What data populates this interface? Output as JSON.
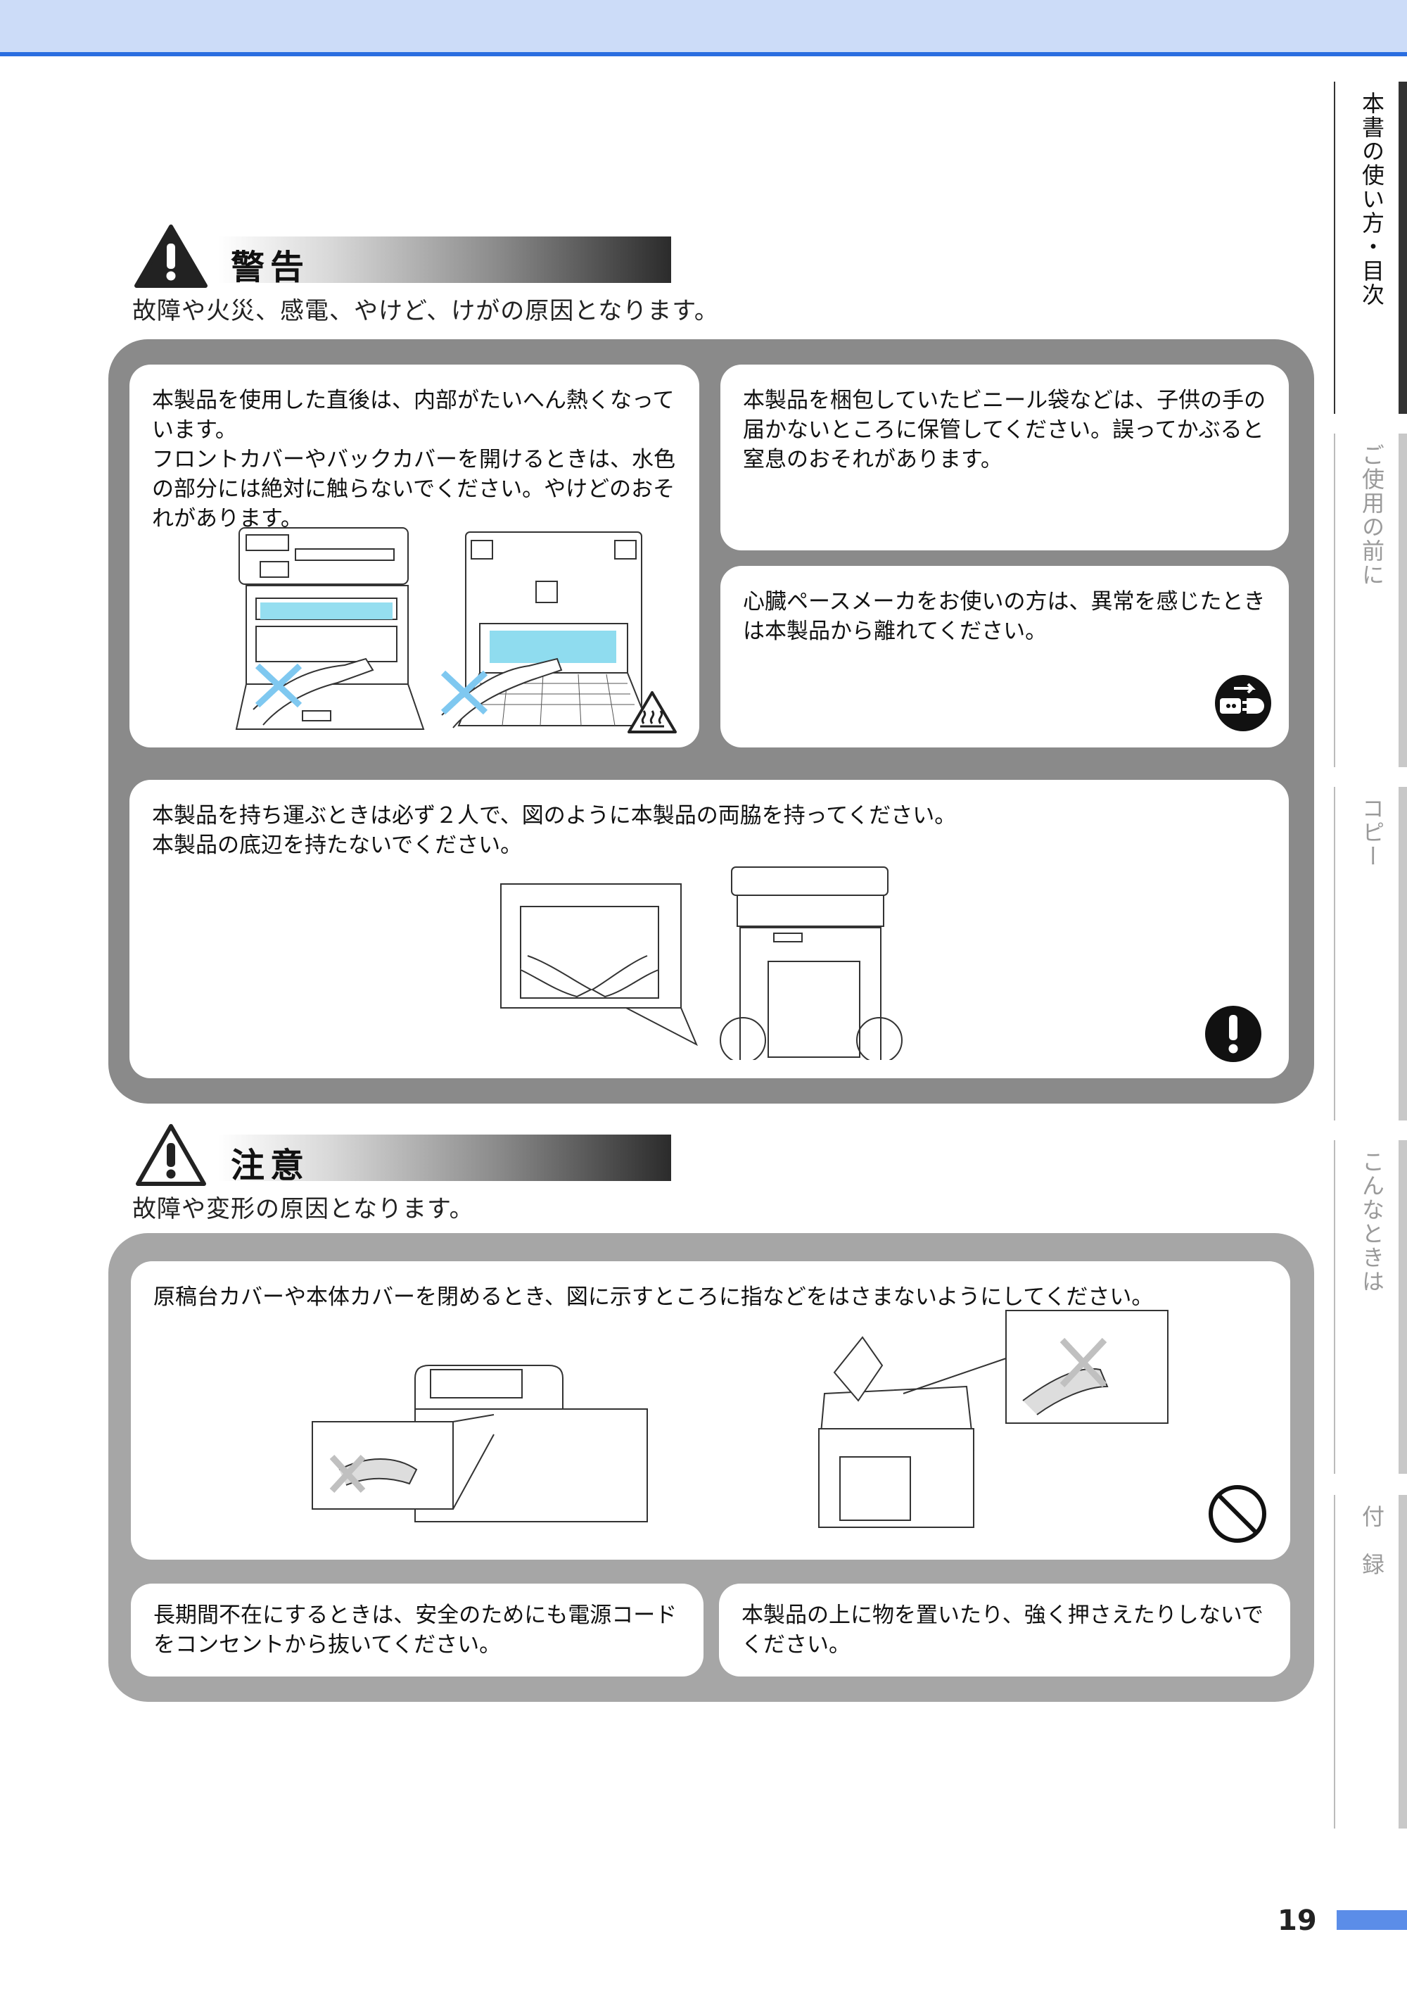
{
  "side_tabs": [
    {
      "label": "本書の使い方・目次",
      "active": true
    },
    {
      "label": "ご使用の前に",
      "active": false
    },
    {
      "label": "コピー",
      "active": false
    },
    {
      "label": "こんなときは",
      "active": false
    },
    {
      "label": "付　録",
      "active": false
    }
  ],
  "warning": {
    "title": "警告",
    "description": "故障や火災、感電、やけど、けがの原因となります。",
    "cards": [
      {
        "text": "本製品を使用した直後は、内部がたいへん熱くなっています。\nフロントカバーやバックカバーを開けるときは、水色の部分には絶対に触らないでください。やけどのおそれがあります。"
      },
      {
        "text": "本製品を梱包していたビニール袋などは、子供の手の届かないところに保管してください。誤ってかぶると窒息のおそれがあります。"
      },
      {
        "text": "心臓ペースメーカをお使いの方は、異常を感じたときは本製品から離れてください。"
      },
      {
        "text": "本製品を持ち運ぶときは必ず２人で、図のように本製品の両脇を持ってください。\n本製品の底辺を持たないでください。"
      }
    ]
  },
  "caution": {
    "title": "注意",
    "description": "故障や変形の原因となります。",
    "cards": [
      {
        "text": "原稿台カバーや本体カバーを閉めるとき、図に示すところに指などをはさまないようにしてください。"
      },
      {
        "text": "長期間不在にするときは、安全のためにも電源コードをコンセントから抜いてください。"
      },
      {
        "text": "本製品の上に物を置いたり、強く押さえたりしないでください。"
      }
    ]
  },
  "icons": [
    "warning-triangle-icon",
    "hot-surface-icon",
    "unplug-icon",
    "mandatory-icon",
    "caution-triangle-icon",
    "prohibited-icon"
  ],
  "colors": {
    "accent_blue": "#2a6ee0",
    "highlight_cyan": "#8fdcef",
    "cross_blue": "#7fc8f0",
    "container_grey": "#8a8a8a"
  },
  "page_number": "19"
}
